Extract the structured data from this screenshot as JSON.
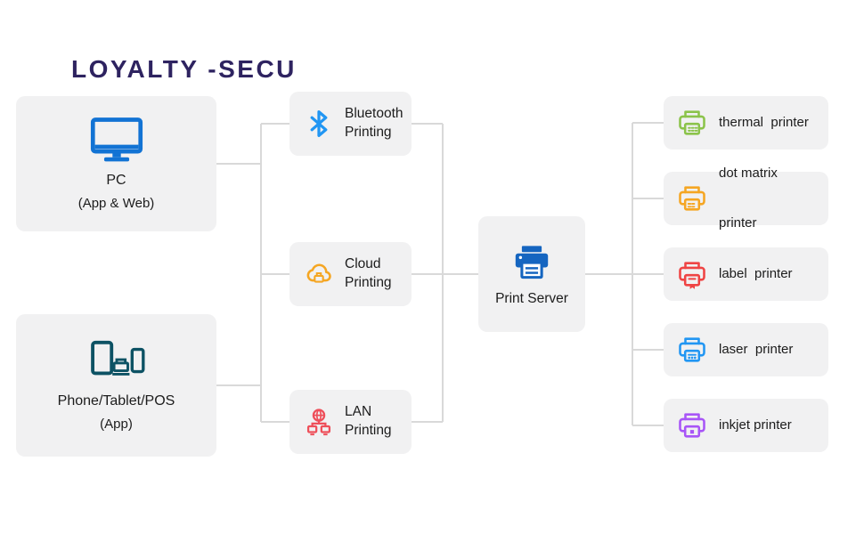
{
  "logo": {
    "text": "LOYALTY -SECU"
  },
  "nodes": {
    "pc": {
      "title": "PC",
      "subtitle": "(App & Web)",
      "icon": "pc-monitor-icon"
    },
    "phone": {
      "title": "Phone/Tablet/POS",
      "subtitle": "(App)",
      "icon": "devices-icon"
    },
    "bluetooth": {
      "line1": "Bluetooth",
      "line2": "Printing",
      "icon": "bluetooth-icon"
    },
    "cloud": {
      "line1": "Cloud",
      "line2": "Printing",
      "icon": "cloud-printing-icon"
    },
    "lan": {
      "line1": "LAN",
      "line2": "Printing",
      "icon": "lan-printing-icon"
    },
    "server": {
      "label": "Print Server",
      "icon": "print-server-icon"
    },
    "thermal": {
      "label": "thermal  printer",
      "icon": "thermal-printer-icon"
    },
    "dot_matrix": {
      "line1": "dot matrix",
      "line2": "printer",
      "icon": "dot-matrix-printer-icon"
    },
    "label": {
      "label": "label  printer",
      "icon": "label-printer-icon"
    },
    "laser": {
      "label": "laser  printer",
      "icon": "laser-printer-icon"
    },
    "inkjet": {
      "label": "inkjet printer",
      "icon": "inkjet-printer-icon"
    }
  },
  "colors": {
    "logo": "#2e2360",
    "line": "#d9d9d9",
    "box": "#f1f1f2",
    "text": "#1c1c1c",
    "pc": "#1273d4",
    "devices": "#0d5264",
    "bluetooth": "#2196f3",
    "cloud": "#f5a623",
    "lan": "#ee4f5a",
    "server": "#1565c0",
    "thermal": "#8bc34a",
    "dotmatrix": "#f5a623",
    "label": "#ef4444",
    "laser": "#2196f3",
    "inkjet": "#a855f7"
  }
}
